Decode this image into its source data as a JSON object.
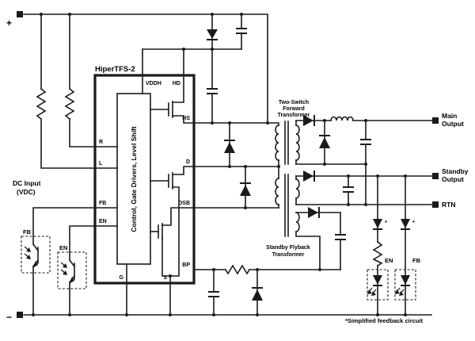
{
  "terminals": {
    "plus": "+",
    "minus": "−"
  },
  "input": {
    "line1": "DC Input",
    "line2": "(VDC)"
  },
  "chip": {
    "title": "HiperTFS-2",
    "core": "Control, Gate Drivers, Level Shift",
    "pins": {
      "vddh": "VDDH",
      "hd": "HD",
      "hs": "HS",
      "d": "D",
      "dsb": "DSB",
      "bp": "BP",
      "r": "R",
      "l": "L",
      "fb": "FB",
      "en": "EN",
      "g": "G",
      "s": "S"
    }
  },
  "forward_transformer": {
    "line1": "Two-Switch",
    "line2": "Forward",
    "line3": "Transformer"
  },
  "flyback_transformer": {
    "line1": "Standby Flyback",
    "line2": "Transformer"
  },
  "outputs": {
    "main1": "Main",
    "main2": "Output",
    "standby1": "Standby",
    "standby2": "Output",
    "rtn": "RTN"
  },
  "opto": {
    "left_fb": "FB",
    "left_en": "EN",
    "right_en": "EN",
    "right_fb": "FB"
  },
  "marks": {
    "asterisk": "*"
  },
  "footnote": "*Simplified feedback circuit"
}
